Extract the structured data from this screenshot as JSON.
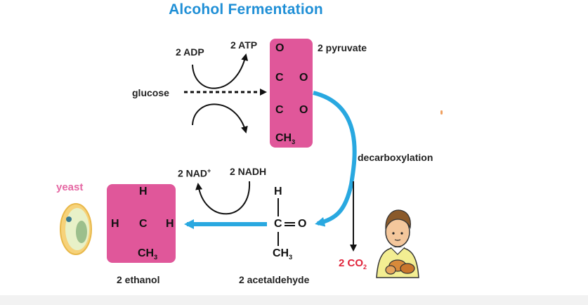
{
  "title": "Alcohol Fermentation",
  "labels": {
    "adp": "2 ADP",
    "atp": "2 ATP",
    "glucose": "glucose",
    "pyruvate": "2 pyruvate",
    "decarboxylation": "decarboxylation",
    "nad": "2 NAD",
    "nad_sup": "+",
    "nadh": "2 NADH",
    "yeast": "yeast",
    "ethanol": "2 ethanol",
    "acetaldehyde": "2 acetaldehyde",
    "co2": "2 CO",
    "co2_sub": "2"
  },
  "pyruvate_structure": {
    "top_o": "O",
    "c1": "C",
    "o1": "O",
    "c2": "C",
    "o2": "O",
    "ch3": "CH",
    "ch3_sub": "3"
  },
  "acetaldehyde_structure": {
    "h": "H",
    "c": "C",
    "o": "O",
    "ch3": "CH",
    "ch3_sub": "3"
  },
  "ethanol_structure": {
    "h_top": "H",
    "h_left": "H",
    "c": "C",
    "h_right": "H",
    "ch3": "CH",
    "ch3_sub": "3"
  },
  "colors": {
    "title": "#1f8fd6",
    "pink_box": "#e0579a",
    "blue_arrow": "#29a8e0",
    "yeast_label": "#e567a3",
    "co2": "#e0233a"
  },
  "icons": {
    "yeast": "yeast-cell-icon",
    "person": "person-eating-bread-icon"
  }
}
